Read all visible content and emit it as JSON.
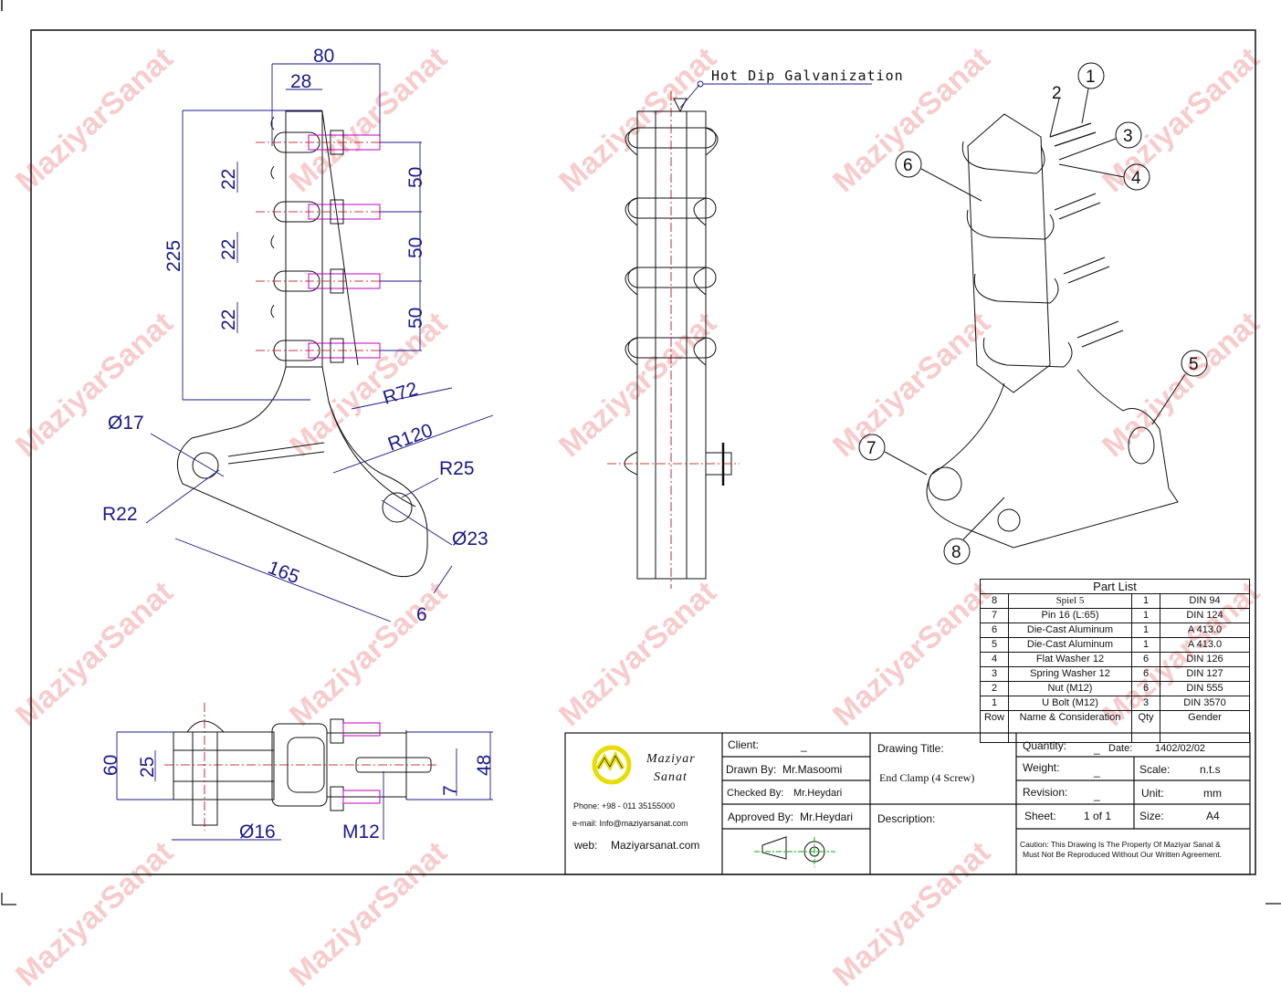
{
  "watermark": "MaziyarSanat",
  "annotation": {
    "surface_finish": "Hot Dip Galvanization"
  },
  "front_view_dims": {
    "width_total": "80",
    "width_body": "28",
    "height_total": "225",
    "gap_1": "22",
    "gap_2": "22",
    "gap_3": "22",
    "pitch_1": "50",
    "pitch_2": "50",
    "pitch_3": "50",
    "radius_outer": "R72",
    "radius_inner": "R120",
    "hole_left": "Ø17",
    "radius_left": "R22",
    "radius_right": "R25",
    "hole_right": "Ø23",
    "base_length": "165",
    "base_thickness": "6"
  },
  "top_view_dims": {
    "height_total": "60",
    "slot": "25",
    "pin_dia": "Ø16",
    "bolt": "M12",
    "lip": "7",
    "width": "48"
  },
  "balloons": [
    "1",
    "2",
    "3",
    "4",
    "5",
    "6",
    "7",
    "8"
  ],
  "part_list": {
    "title": "Part List",
    "headers": {
      "row": "Row",
      "name": "Name & Consideration",
      "qty": "Qty",
      "gender": "Gender"
    },
    "rows": [
      {
        "row": "8",
        "name": "Spiel 5",
        "qty": "1",
        "gender": "DIN 94"
      },
      {
        "row": "7",
        "name": "Pin 16 (L:65)",
        "qty": "1",
        "gender": "DIN 124"
      },
      {
        "row": "6",
        "name": "Die-Cast Aluminum",
        "qty": "1",
        "gender": "A 413.0"
      },
      {
        "row": "5",
        "name": "Die-Cast Aluminum",
        "qty": "1",
        "gender": "A 413.0"
      },
      {
        "row": "4",
        "name": "Flat Washer 12",
        "qty": "6",
        "gender": "DIN 126"
      },
      {
        "row": "3",
        "name": "Spring Washer 12",
        "qty": "6",
        "gender": "DIN 127"
      },
      {
        "row": "2",
        "name": "Nut (M12)",
        "qty": "6",
        "gender": "DIN 555"
      },
      {
        "row": "1",
        "name": "U Bolt (M12)",
        "qty": "3",
        "gender": "DIN 3570"
      }
    ]
  },
  "title_block": {
    "company_line1": "Maziyar",
    "company_line2": "Sanat",
    "phone": "Phone: +98 - 011 35155000",
    "email": "e-mail:  Info@maziyarsanat.com",
    "web_label": "web:",
    "web": "Maziyarsanat.com",
    "client_label": "Client:",
    "client": "_",
    "drawn_label": "Drawn By:",
    "drawn": "Mr.Masoomi",
    "checked_label": "Checked By:",
    "checked": "Mr.Heydari",
    "approved_label": "Approved By:",
    "approved": "Mr.Heydari",
    "drawing_title_label": "Drawing Title:",
    "drawing_title": "End Clamp (4 Screw)",
    "description_label": "Description:",
    "quantity_label": "Quantity:",
    "quantity": "_",
    "date_label": "Date:",
    "date": "1402/02/02",
    "weight_label": "Weight:",
    "weight": "_",
    "scale_label": "Scale:",
    "scale": "n.t.s",
    "revision_label": "Revision:",
    "revision": "_",
    "unit_label": "Unit:",
    "unit": "mm",
    "sheet_label": "Sheet:",
    "sheet": "1 of 1",
    "size_label": "Size:",
    "size": "A4",
    "caution_line1": "Caution: This Drawing Is The Property Of Maziyar Sanat &",
    "caution_line2": "Must Not Be Reproduced Without Our Written Agreement."
  },
  "colors": {
    "dimension": "#1a1a8c",
    "centerline": "#b00000",
    "bolt": "#c000c0",
    "outline": "#111111",
    "watermark": "#f7c4c4",
    "logo": "#f2e600",
    "projection_symbol": "#00b000"
  }
}
